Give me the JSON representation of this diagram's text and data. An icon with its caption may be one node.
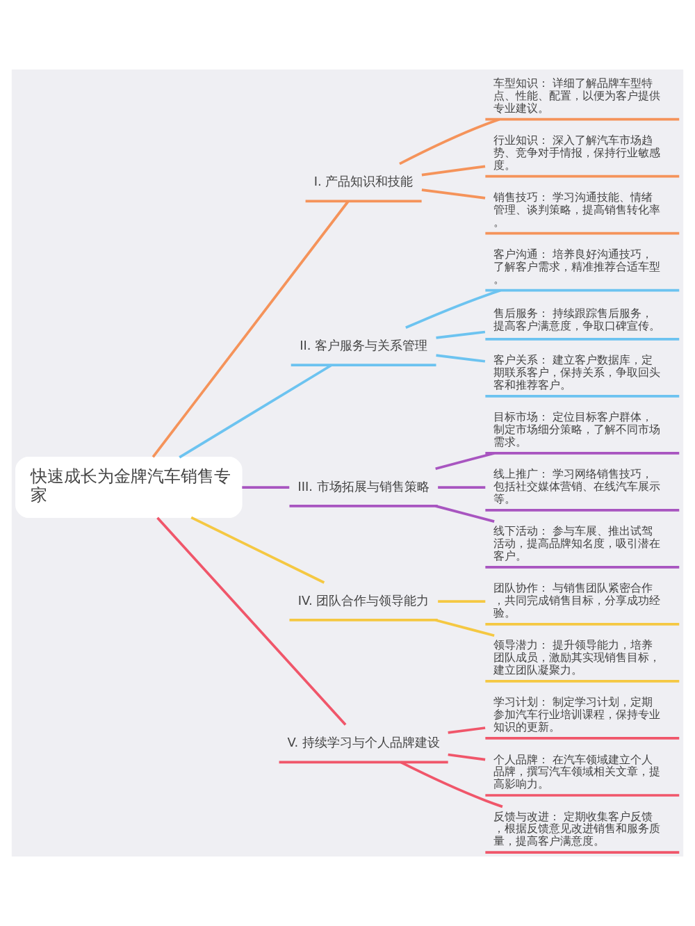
{
  "diagram": {
    "nodes": [
      {
        "text": [
          "快速成长为金牌汽车销售专家"
        ]
      },
      {
        "text": [
          "I. 产品知识和技能"
        ]
      },
      {
        "text": [
          "车型知识： 详细了解品牌车型特点、性能、配置，以便为客户提供专业建议。"
        ]
      },
      {
        "text": [
          "行业知识： 深入了解汽车市场趋势、竞争对手情报，保持行业敏感度。"
        ]
      },
      {
        "text": [
          "销售技巧： 学习沟通技能、情绪管理、谈判策略，提高销售转化率。"
        ]
      },
      {
        "text": [
          "II. 客户服务与关系管理"
        ]
      },
      {
        "text": [
          "客户沟通： 培养良好沟通技巧，了解客户需求，精准推荐合适车型。"
        ]
      },
      {
        "text": [
          "售后服务： 持续跟踪售后服务，提高客户满意度，争取口碑宣传。"
        ]
      },
      {
        "text": [
          "客户关系： 建立客户数据库，定期联系客户，保持关系，争取回头客和推荐客户。"
        ]
      },
      {
        "text": [
          "III. 市场拓展与销售策略"
        ]
      },
      {
        "text": [
          "目标市场： 定位目标客户群体，制定市场细分策略，了解不同市场需求。"
        ]
      },
      {
        "text": [
          "线上推广： 学习网络销售技巧，包括社交媒体营销、在线汽车展示等。"
        ]
      },
      {
        "text": [
          "线下活动： 参与车展、推出试驾活动，提高品牌知名度，吸引潜在客户。"
        ]
      },
      {
        "text": [
          "IV. 团队合作与领导能力"
        ]
      },
      {
        "text": [
          "团队协作： 与销售团队紧密合作，共同完成销售目标，分享成功经验。"
        ]
      },
      {
        "text": [
          "领导潜力： 提升领导能力，培养团队成员，激励其实现销售目标，建立团队凝聚力。"
        ]
      },
      {
        "text": [
          "V. 持续学习与个人品牌建设"
        ]
      },
      {
        "text": [
          "学习计划： 制定学习计划，定期参加汽车行业培训课程，保持专业知识的更新。"
        ]
      },
      {
        "text": [
          "个人品牌： 在汽车领域建立个人品牌，撰写汽车领域相关文章，提高影响力。"
        ]
      },
      {
        "text": [
          "反馈与改进： 定期收集客户反馈，根据反馈意见改进销售和服务质量，提高客户满意度。"
        ]
      }
    ],
    "edges": [
      {
        "from": 0,
        "to": 1,
        "arrow": "none",
        "color": "#f5935a"
      },
      {
        "from": 1,
        "to": 2,
        "arrow": "none",
        "color": "#f5935a"
      },
      {
        "from": 1,
        "to": 3,
        "arrow": "none",
        "color": "#f5935a"
      },
      {
        "from": 1,
        "to": 4,
        "arrow": "none",
        "color": "#f5935a"
      },
      {
        "from": 0,
        "to": 5,
        "arrow": "none",
        "color": "#6cc3f0"
      },
      {
        "from": 5,
        "to": 6,
        "arrow": "none",
        "color": "#6cc3f0"
      },
      {
        "from": 5,
        "to": 7,
        "arrow": "none",
        "color": "#6cc3f0"
      },
      {
        "from": 5,
        "to": 8,
        "arrow": "none",
        "color": "#6cc3f0"
      },
      {
        "from": 0,
        "to": 9,
        "arrow": "none",
        "color": "#a855c0"
      },
      {
        "from": 9,
        "to": 10,
        "arrow": "none",
        "color": "#a855c0"
      },
      {
        "from": 9,
        "to": 11,
        "arrow": "none",
        "color": "#a855c0"
      },
      {
        "from": 9,
        "to": 12,
        "arrow": "none",
        "color": "#a855c0"
      },
      {
        "from": 0,
        "to": 13,
        "arrow": "none",
        "color": "#f5c842"
      },
      {
        "from": 13,
        "to": 14,
        "arrow": "none",
        "color": "#f5c842"
      },
      {
        "from": 13,
        "to": 15,
        "arrow": "none",
        "color": "#f5c842"
      },
      {
        "from": 0,
        "to": 16,
        "arrow": "none",
        "color": "#f0566a"
      },
      {
        "from": 16,
        "to": 17,
        "arrow": "none",
        "color": "#f0566a"
      },
      {
        "from": 16,
        "to": 18,
        "arrow": "none",
        "color": "#f0566a"
      },
      {
        "from": 16,
        "to": 19,
        "arrow": "none",
        "color": "#f0566a"
      }
    ]
  }
}
